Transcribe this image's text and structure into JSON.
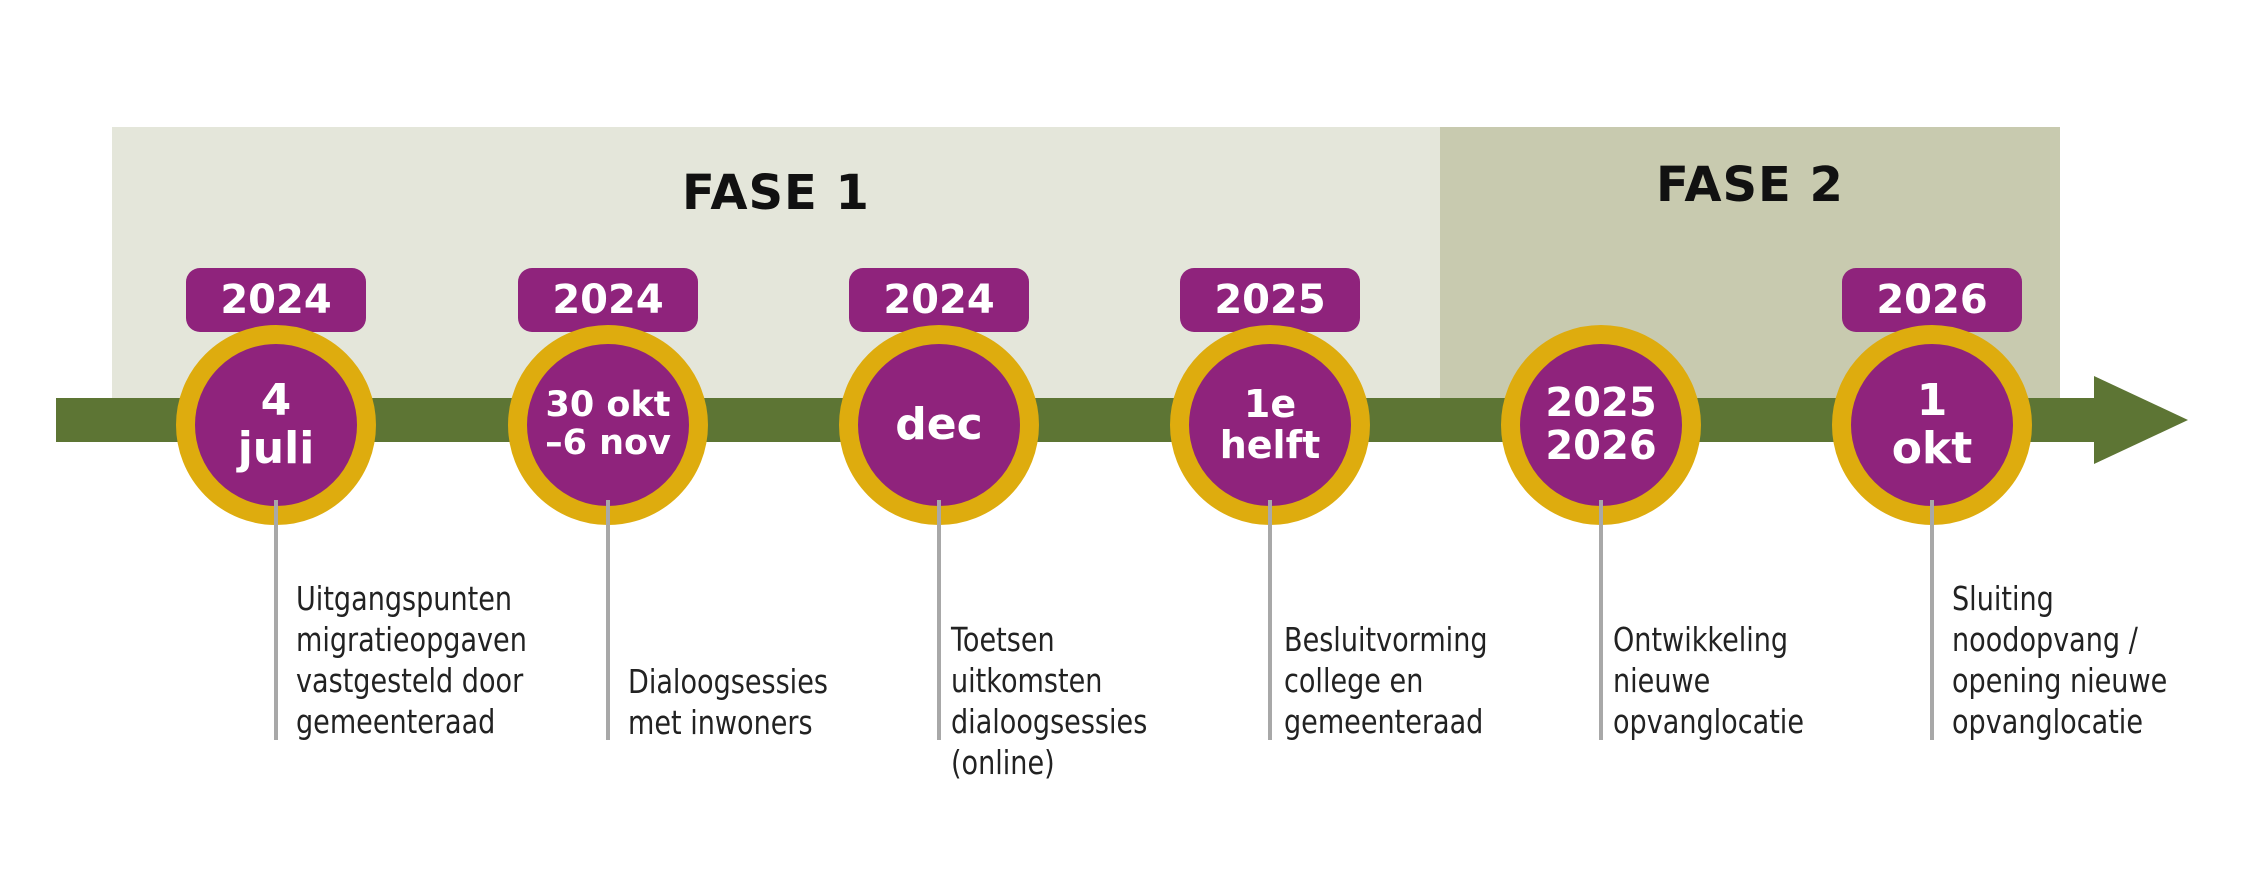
{
  "phases": [
    {
      "label": "FASE 1"
    },
    {
      "label": "FASE 2"
    }
  ],
  "milestones": [
    {
      "year": "2024",
      "date": "4\njuli",
      "description": "Uitgangspunten\nmigratieopgaven\nvastgesteld door\ngemeenteraad"
    },
    {
      "year": "2024",
      "date": "30 okt\n–6 nov",
      "description": "Dialoogsessies\nmet inwoners"
    },
    {
      "year": "2024",
      "date": "dec",
      "description": "Toetsen uitkomsten\ndialoogsessies\n(online)"
    },
    {
      "year": "2025",
      "date": "1e\nhelft",
      "description": "Besluitvorming\ncollege en\ngemeenteraad"
    },
    {
      "year": "",
      "date": "2025\n2026",
      "description": "Ontwikkeling\nnieuwe\nopvanglocatie"
    },
    {
      "year": "2026",
      "date": "1\nokt",
      "description": "Sluiting\nnoodopvang /\nopening nieuwe\nopvanglocatie"
    }
  ],
  "colors": {
    "axis": "#5d7534",
    "badge": "#8f237c",
    "ring": "#deac0e",
    "phase1_bg": "#e4e6da",
    "phase2_bg": "#c8caaf"
  }
}
